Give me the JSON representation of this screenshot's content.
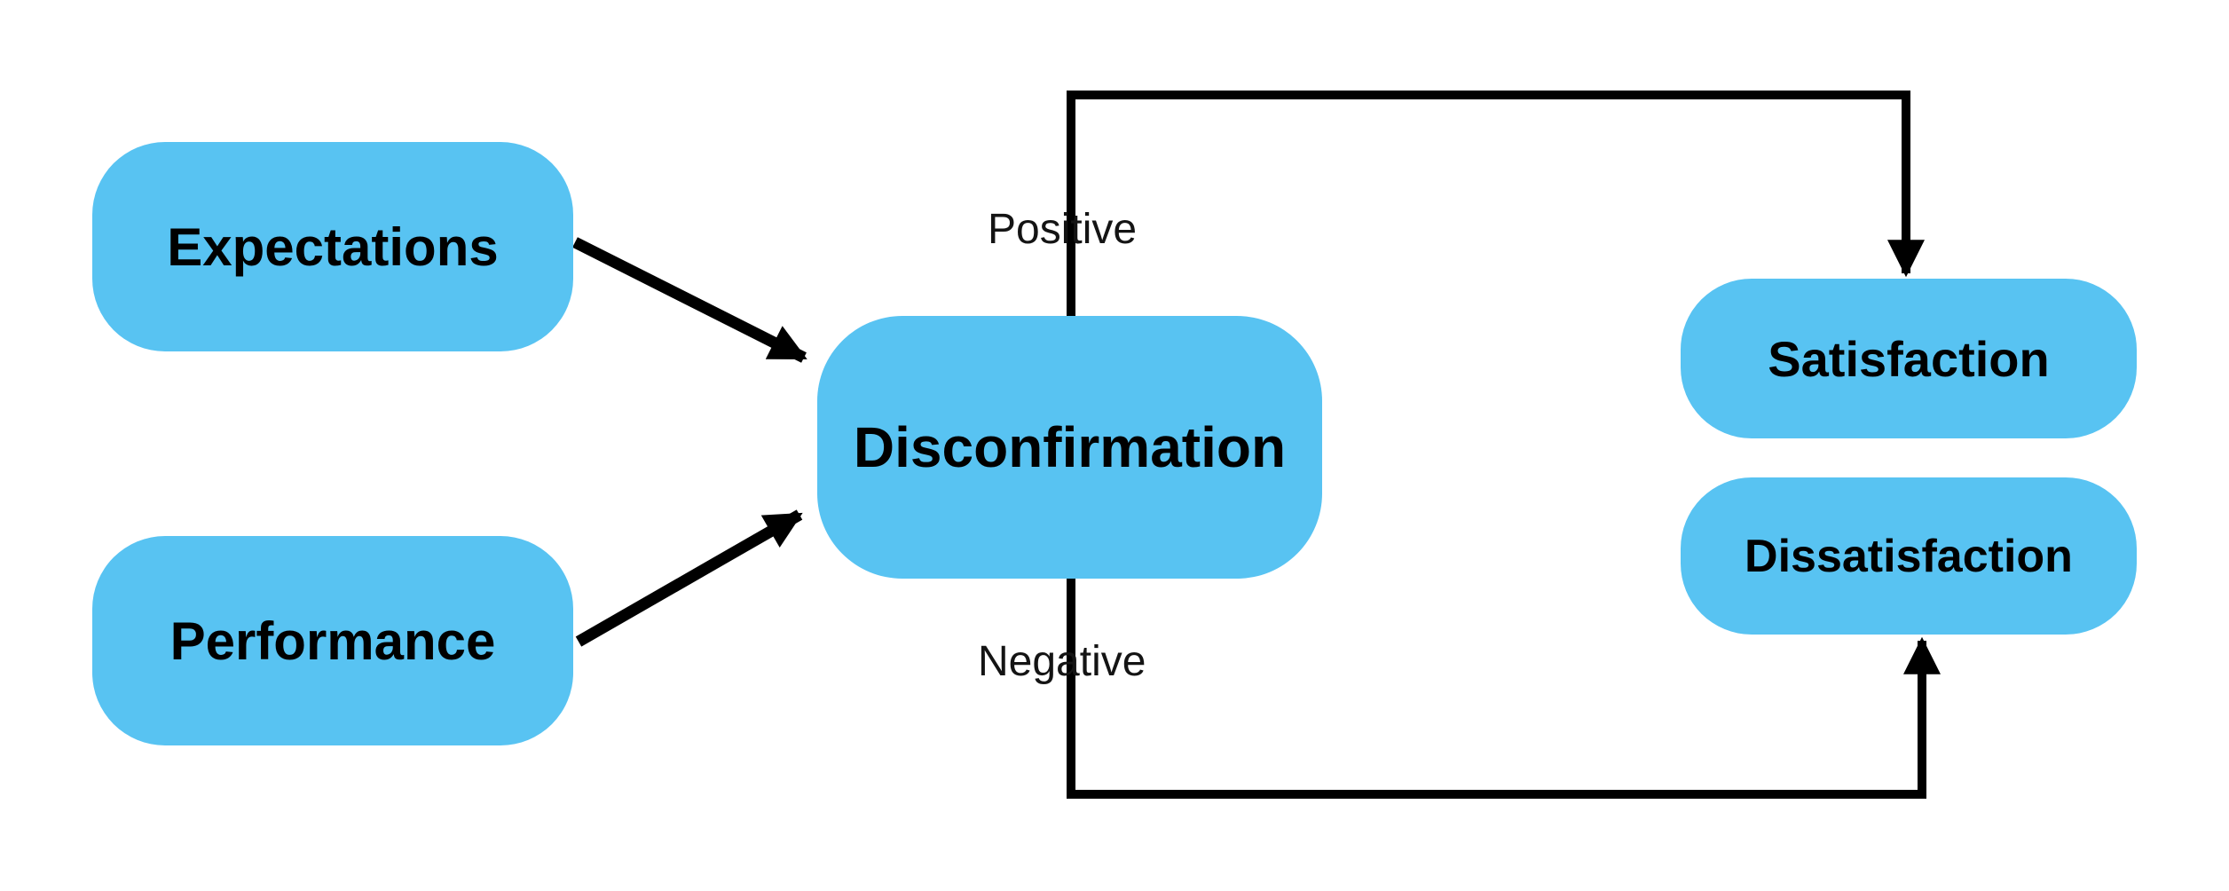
{
  "colors": {
    "node_fill": "#58C3F2",
    "line": "#000000",
    "label_text": "#000000",
    "background": "#FFFFFF"
  },
  "nodes": {
    "expectations": {
      "label": "Expectations"
    },
    "performance": {
      "label": "Performance"
    },
    "disconfirmation": {
      "label": "Disconfirmation"
    },
    "satisfaction": {
      "label": "Satisfaction"
    },
    "dissatisfaction": {
      "label": "Dissatisfaction"
    }
  },
  "edges": {
    "positive_label": "Positive",
    "negative_label": "Negative"
  }
}
